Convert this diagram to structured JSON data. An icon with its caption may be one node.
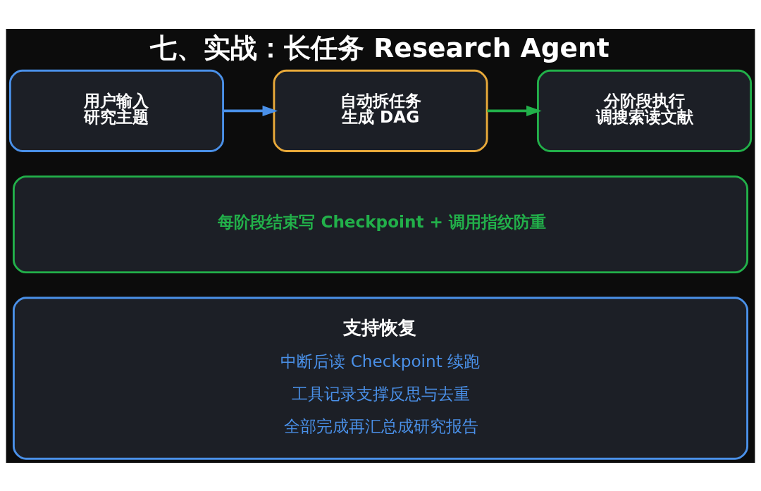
{
  "diagram": {
    "title": "七、实战：长任务 Research Agent",
    "nodes": [
      {
        "text": [
          "用户输入",
          "研究主题"
        ]
      },
      {
        "text": [
          "自动拆任务",
          "生成 DAG"
        ]
      },
      {
        "text": [
          "分阶段执行",
          "调搜索读文献"
        ]
      },
      {
        "text": [
          "每阶段结束写 Checkpoint + 调用指纹防重"
        ]
      },
      {
        "text": [
          "支持恢复",
          "中断后读 Checkpoint 续跑",
          "工具记录支撑反思与去重",
          "全部完成再汇总成研究报告"
        ]
      }
    ],
    "edges": [
      {
        "from": 0,
        "to": 1,
        "arrow": "to",
        "color": "#4a90e8"
      },
      {
        "from": 1,
        "to": 2,
        "arrow": "to",
        "color": "#22b04a"
      }
    ]
  }
}
